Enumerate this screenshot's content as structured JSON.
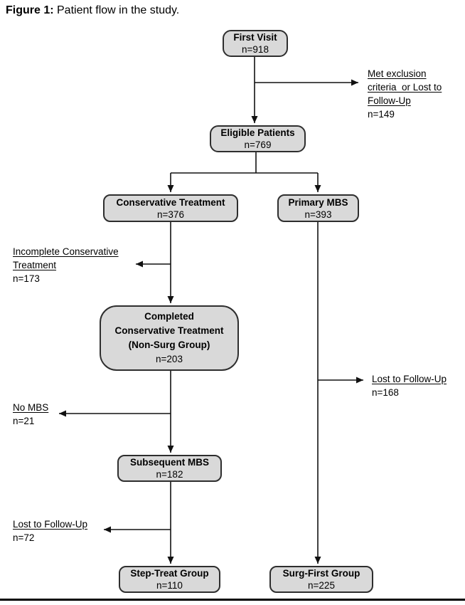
{
  "figure": {
    "caption_prefix": "Figure 1:",
    "caption_text": " Patient flow in the study."
  },
  "flowchart": {
    "boxes": {
      "first_visit": {
        "label": "First Visit",
        "n": "n=918"
      },
      "eligible": {
        "label": "Eligible Patients",
        "n": "n=769"
      },
      "conservative": {
        "label": "Conservative Treatment",
        "n": "n=376"
      },
      "primary_mbs": {
        "label": "Primary MBS",
        "n": "n=393"
      },
      "completed": {
        "lines": [
          "Completed",
          "Conservative Treatment",
          "(Non-Surg Group)"
        ],
        "n": "n=203"
      },
      "subsequent_mbs": {
        "label": "Subsequent MBS",
        "n": "n=182"
      },
      "step_treat": {
        "label": "Step-Treat Group",
        "n": "n=110"
      },
      "surg_first": {
        "label": "Surg-First Group",
        "n": "n=225"
      }
    },
    "side_labels": {
      "exclusion": {
        "lines": [
          "Met exclusion",
          "criteria  or Lost to",
          "Follow-Up"
        ],
        "n": "n=149"
      },
      "incomplete": {
        "lines": [
          "Incomplete Conservative",
          "Treatment"
        ],
        "n": "n=173"
      },
      "lost_right": {
        "lines": [
          "Lost to Follow-Up"
        ],
        "n": "n=168"
      },
      "no_mbs": {
        "lines": [
          "No MBS"
        ],
        "n": "n=21"
      },
      "lost_left": {
        "lines": [
          "Lost to Follow-Up"
        ],
        "n": "n=72"
      }
    },
    "colors": {
      "box_fill": "#d9d9d9",
      "box_border": "#2e2e2e",
      "connector": "#111111",
      "bottom_rule": "#000000"
    }
  }
}
